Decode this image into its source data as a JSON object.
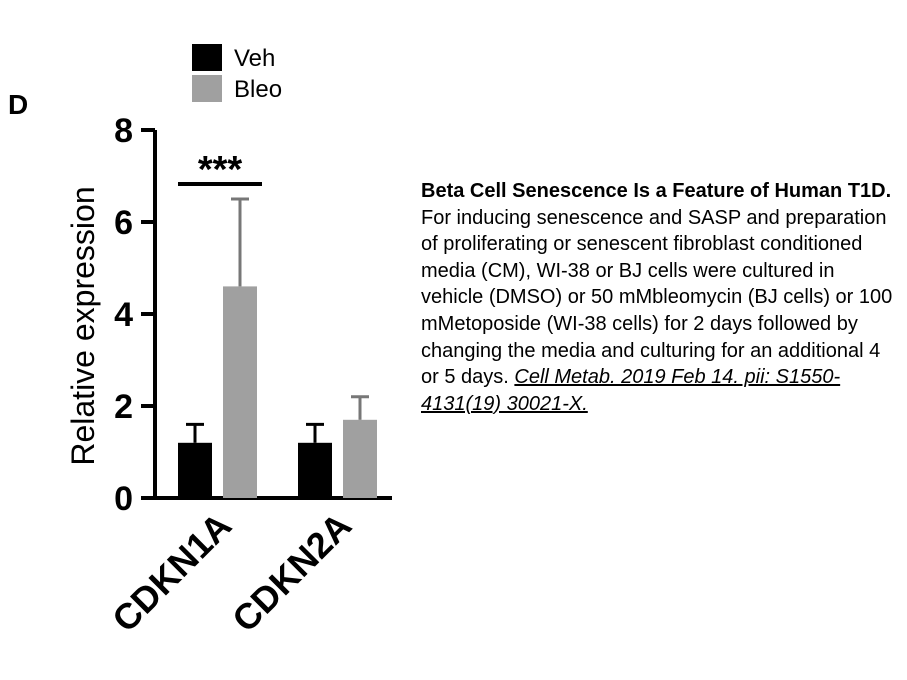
{
  "panel_label": "D",
  "caption": {
    "title": "Beta Cell Senescence Is a Feature of Human T1D.",
    "body": "For inducing senescence and SASP and preparation of proliferating or senescent fibroblast conditioned media (CM), WI-38 or BJ cells were cultured in vehicle (DMSO) or 50 mMbleomycin (BJ cells) or 100 mMetoposide (WI-38 cells) for 2 days followed by changing the media and culturing for an additional 4 or 5 days.",
    "citation": "Cell Metab. 2019 Feb 14. pii: S1550-4131(19) 30021-X."
  },
  "chart_data": {
    "type": "bar",
    "categories": [
      "CDKN1A",
      "CDKN2A"
    ],
    "series": [
      {
        "name": "Veh",
        "values": [
          1.2,
          1.2
        ],
        "error": [
          0.4,
          0.4
        ],
        "color": "#000000"
      },
      {
        "name": "Bleo",
        "values": [
          4.6,
          1.7
        ],
        "error": [
          1.9,
          0.5
        ],
        "color": "#a0a0a0"
      }
    ],
    "ylabel": "Relative expression",
    "ylim": [
      0,
      8
    ],
    "yticks": [
      "0",
      "2",
      "4",
      "6",
      "8"
    ],
    "significance": {
      "category": "CDKN1A",
      "label": "***"
    },
    "grid": false,
    "legend_position": "top-left"
  }
}
